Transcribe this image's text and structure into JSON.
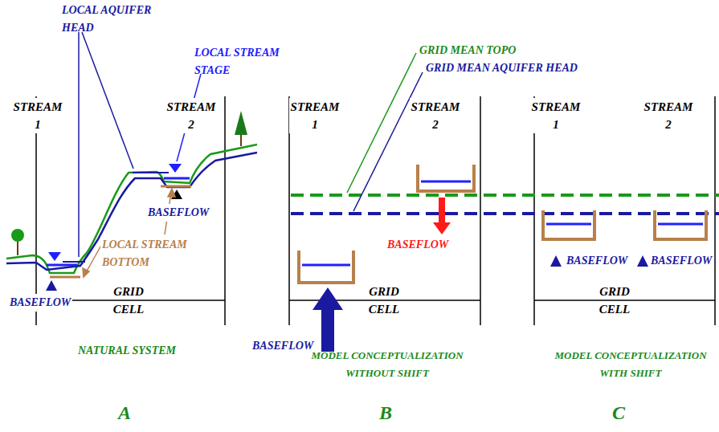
{
  "diagram": {
    "labels": [
      "LOCAL AQUIFER HEAD",
      "LOCAL STREAM STAGE",
      "STREAM 1",
      "STREAM 2",
      "BASEFLOW",
      "LOCAL STREAM BOTTOM",
      "BASEFLOW",
      "GRID CELL",
      "NATURAL SYSTEM",
      "A",
      "GRID MEAN TOPO",
      "GRID MEAN AQUIFER HEAD",
      "STREAM 1",
      "STREAM 2",
      "BASEFLOW",
      "GRID CELL",
      "BASEFLOW",
      "MODEL CONCEPTUALIZATION WITHOUT SHIFT",
      "B",
      "STREAM 1",
      "STREAM 2",
      "BASEFLOW",
      "BASEFLOW",
      "GRID CELL",
      "MODEL CONCEPTUALIZATION WITH SHIFT",
      "C"
    ]
  }
}
